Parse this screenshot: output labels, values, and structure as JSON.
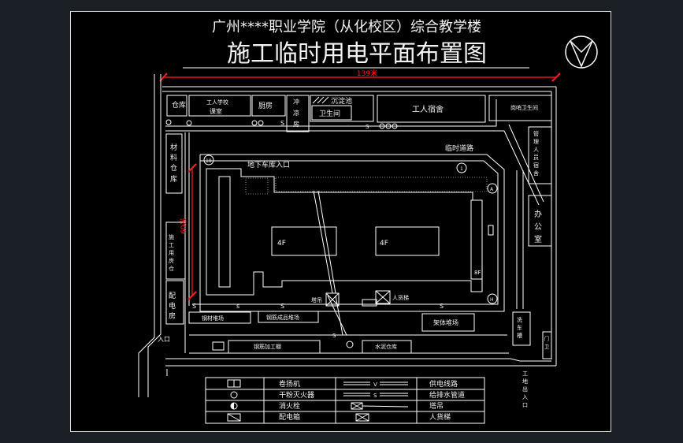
{
  "title": {
    "line1": "广州****职业学院（从化校区）综合教学楼",
    "line2": "施工临时用电平面布置图"
  },
  "dimensions": {
    "top_length": "139米",
    "left_height": "60米"
  },
  "labels": {
    "warehouse": "仓库",
    "worker_classroom": "工人学校\n课室",
    "kitchen": "厨房",
    "shower_room": "冲\n凉\n房",
    "septic_tank": "沉淀池",
    "toilet": "卫生间",
    "worker_dorm": "工人宿舍",
    "guard_toilet": "岗哨卫生间",
    "material_store": "材\n料\n仓\n库",
    "temp_road": "临时道路",
    "basement_entrance": "地下车库入口",
    "manager_dorm": "管\n理\n人\n员\n宿\n舍",
    "office": "办\n公\n室",
    "tool_room": "施\n工\n用\n房\n仓\n库",
    "distribution_room": "配\n电\n房",
    "gate_left": "入口",
    "rebar_yard": "钢材堆场",
    "rebar_process": "钢筋成品堆场",
    "scaffold_yard": "架体堆场",
    "car_wash": "洗\n车\n槽",
    "guard_post": "门\n卫",
    "rebar_shed": "钢筋加工棚",
    "water_tank": "水泥仓库",
    "entrance_right": "工地出入口",
    "building_4f_a": "4F",
    "building_4f_b": "4F",
    "building_8f": "8F",
    "tower_crane": "塔吊",
    "hoist": "人货梯",
    "marker_18": "18",
    "marker_1": "1",
    "marker_A": "A",
    "marker_H": "H"
  },
  "legend": {
    "rows": [
      {
        "left_label": "卷扬机",
        "right_label": "供电线路"
      },
      {
        "left_label": "干粉灭火器",
        "right_label": "给排水管道"
      },
      {
        "left_label": "消火栓",
        "right_label": "塔吊"
      },
      {
        "left_label": "配电箱",
        "right_label": "人货梯"
      }
    ],
    "line_letters": {
      "power": "V",
      "water": "S"
    }
  },
  "colors": {
    "background": "#000000",
    "line": "#ffffff",
    "dimension": "#ff2020",
    "viewport": "#1b2027"
  }
}
